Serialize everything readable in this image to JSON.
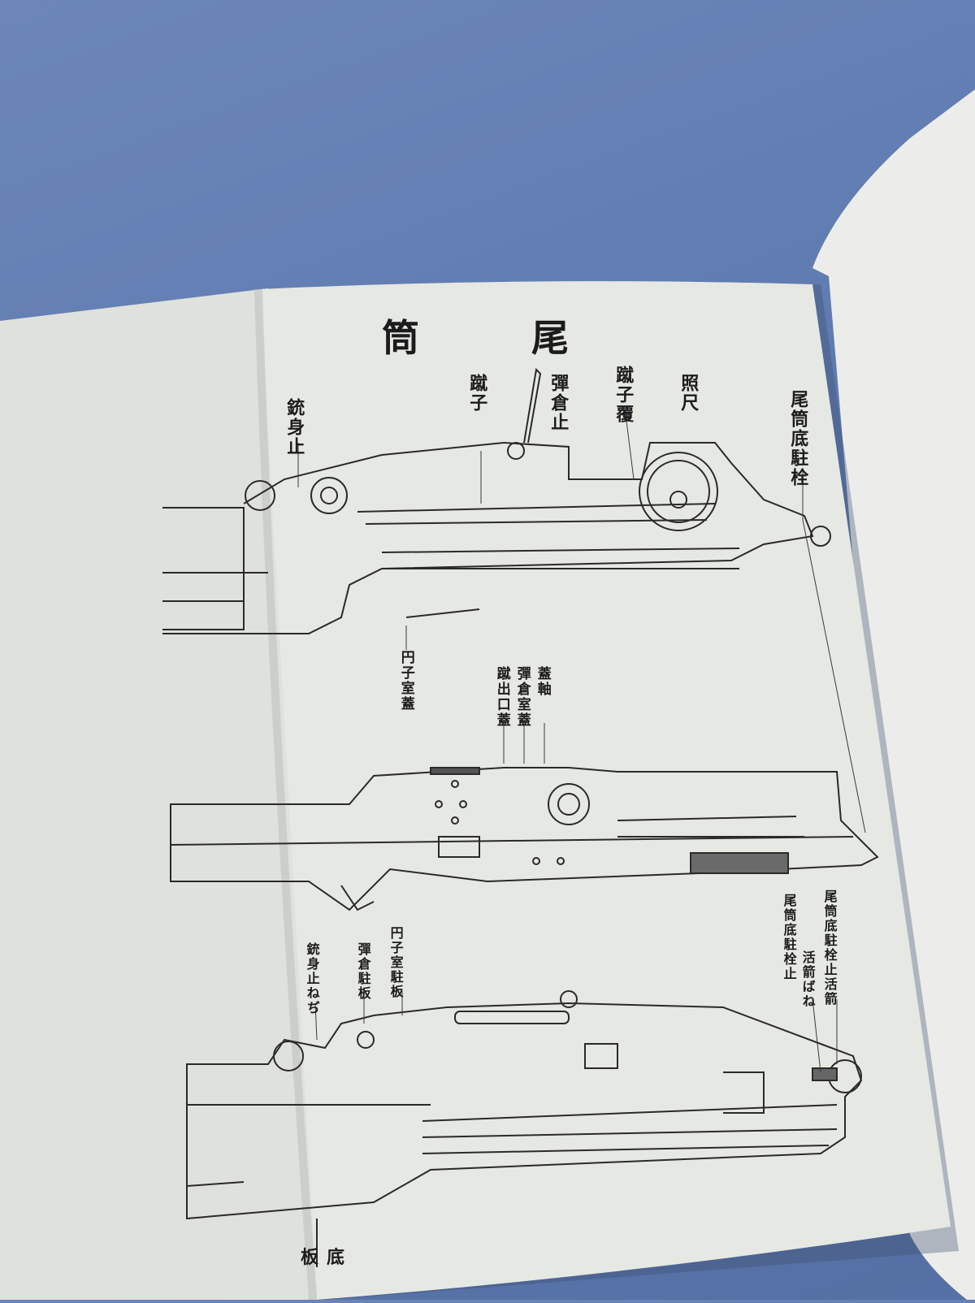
{
  "page": {
    "title_chars": [
      "筒",
      "尾"
    ],
    "bottom_label_chars": [
      "板",
      "底"
    ]
  },
  "labels": {
    "top": {
      "barrel_stop": "銃身止",
      "striker": "蹴子",
      "magazine_stop": "彈倉止",
      "striker_cover": "蹴子覆",
      "sight": "照尺",
      "base_pin": "尾筒底駐栓"
    },
    "middle": {
      "chamber_cover": "円子室蓋",
      "ejection_cover": "蹴出口蓋",
      "magazine_cover": "彈倉室蓋",
      "cover_shaft": "蓋軸"
    },
    "bottom": {
      "barrel_stop_screw": "銃身止ねぢ",
      "magazine_plate": "彈倉駐板",
      "chamber_plate": "円子室駐板",
      "pin_stop": "尾筒底駐栓止",
      "pin_spring_stop": "尾筒底駐栓止活箭",
      "spring": "活箭ばね"
    }
  },
  "colors": {
    "background": "#5d79ae",
    "paper": "#e6e8e3",
    "ink": "#1d1d1d"
  }
}
